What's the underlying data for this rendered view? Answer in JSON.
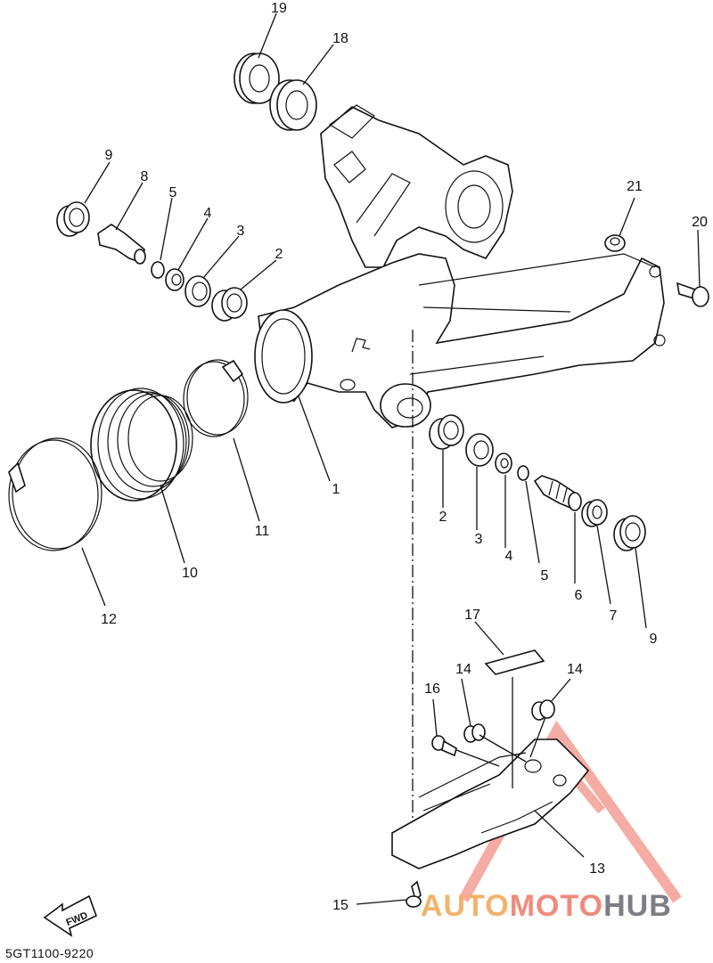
{
  "diagram_code": "5GT1100-9220",
  "fwd_label": "FWD",
  "watermark": {
    "part1": "AUTO",
    "part2": "MOTO",
    "part3": "HUB"
  },
  "callouts": {
    "c1": "1",
    "c2a": "2",
    "c2b": "2",
    "c3a": "3",
    "c3b": "3",
    "c4a": "4",
    "c4b": "4",
    "c5a": "5",
    "c5b": "5",
    "c6": "6",
    "c7": "7",
    "c8": "8",
    "c9a": "9",
    "c9b": "9",
    "c10": "10",
    "c11": "11",
    "c12": "12",
    "c13": "13",
    "c14a": "14",
    "c14b": "14",
    "c15": "15",
    "c16": "16",
    "c17": "17",
    "c18": "18",
    "c19": "19",
    "c20": "20",
    "c21": "21"
  },
  "colors": {
    "watermark_orange": "#f3b26b",
    "watermark_red": "#f08a7c",
    "watermark_grey": "#7d7d85"
  }
}
